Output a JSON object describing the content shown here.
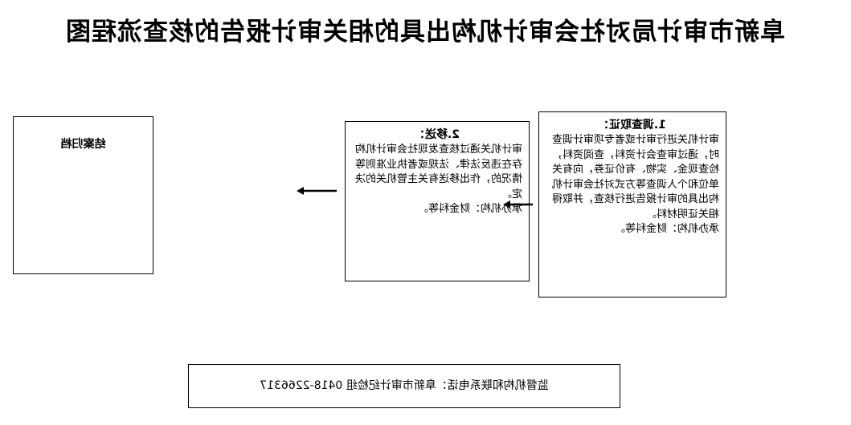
{
  "title": "阜新市审计局对社会审计机构出具的相关审计报告的核查流程图",
  "steps": [
    {
      "heading": "1.调查取证：",
      "body": "审计机关进行审计或者专项审计调查时，通过审查会计资料，查阅资料，检查现金、实物、有价证券，向有关单位和个人调查等方式对社会审计机构出具的审计报告进行核查，并取得相关证明材料。",
      "handler": "承办机构：财金科等。"
    },
    {
      "heading": "2.移送：",
      "body": "审计机关通过核查发现社会审计机构存在违反法律、法规或者执业准则等情况的，作出移送有关主管机关的决定。",
      "handler": "承办机构：财金科等。"
    },
    {
      "heading": "结案归档",
      "body": "",
      "handler": ""
    }
  ],
  "contact": "监督机构和联系电话：阜新市审计纪检组  0418-2266317"
}
